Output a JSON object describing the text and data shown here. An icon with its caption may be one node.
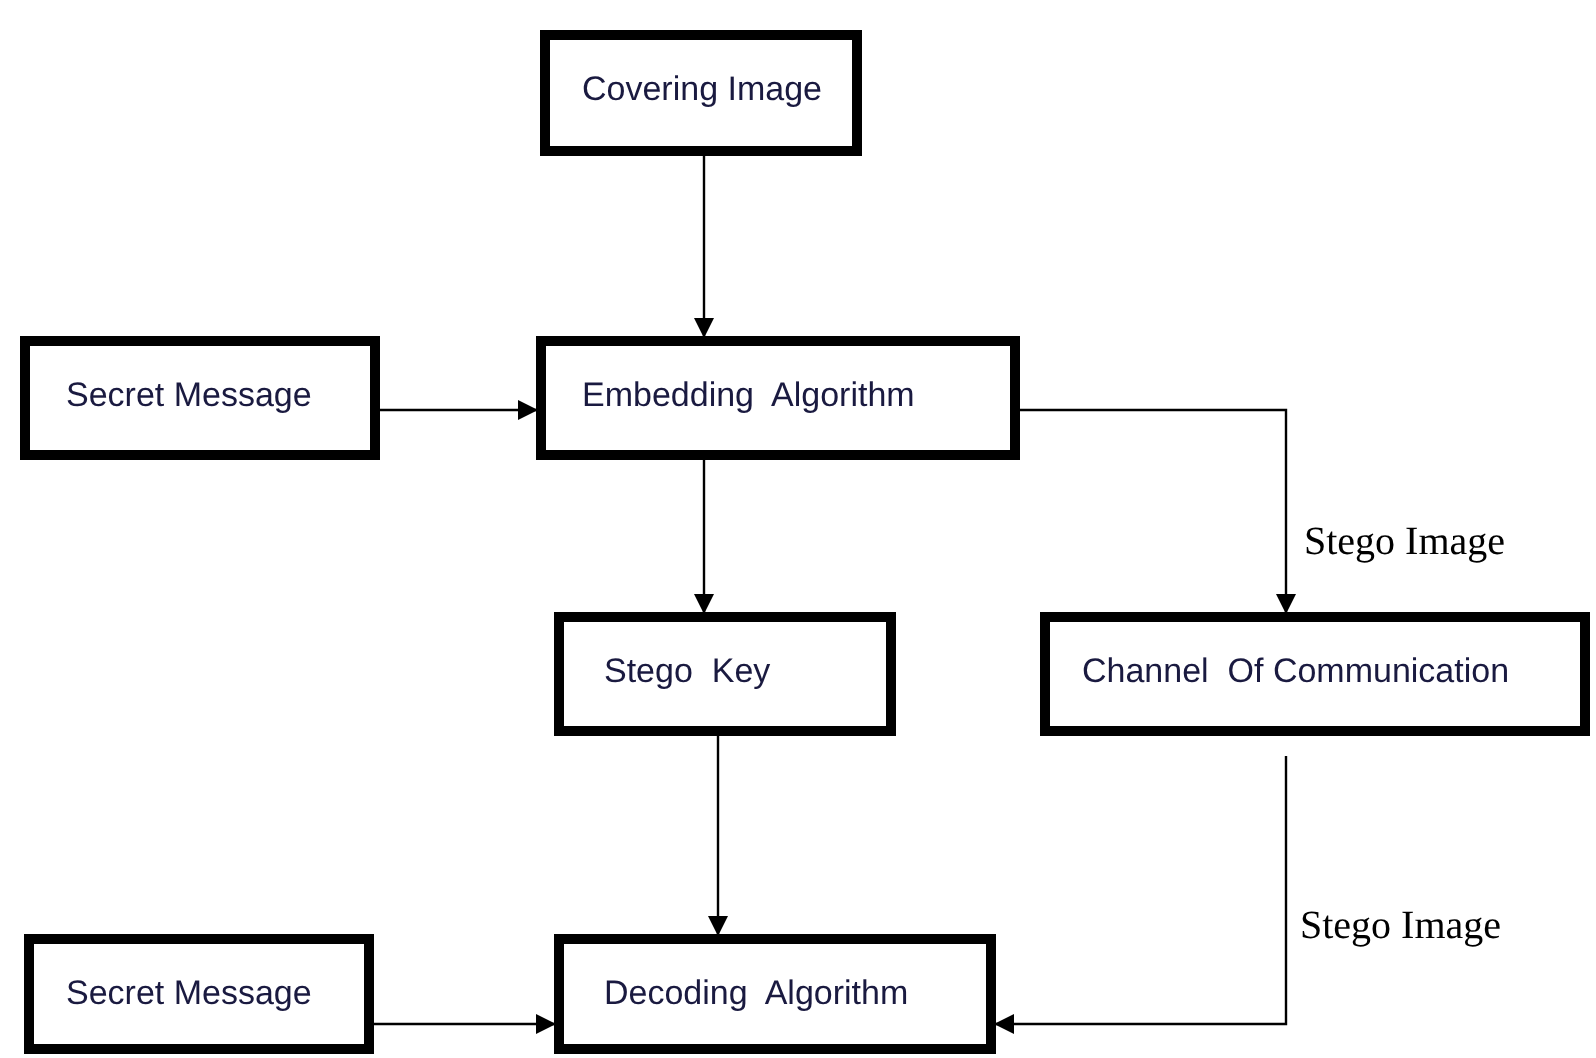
{
  "diagram": {
    "nodes": [
      {
        "text": [
          "Covering Image"
        ]
      },
      {
        "text": [
          "Secret Message"
        ]
      },
      {
        "text": [
          "Embedding  Algorithm"
        ]
      },
      {
        "text": [
          "Stego  Key"
        ]
      },
      {
        "text": [
          "Channel  Of Communication"
        ]
      },
      {
        "text": [
          "Secret Message"
        ]
      },
      {
        "text": [
          "Decoding  Algorithm"
        ]
      }
    ],
    "edges": [
      {
        "from": 0,
        "to": 2,
        "arrow": "to"
      },
      {
        "from": 1,
        "to": 2,
        "arrow": "to"
      },
      {
        "from": 2,
        "to": 4,
        "arrow": "to",
        "label": "Stego Image"
      },
      {
        "from": 2,
        "to": 3,
        "arrow": "to"
      },
      {
        "from": 3,
        "to": 6,
        "arrow": "to"
      },
      {
        "from": 4,
        "to": 6,
        "arrow": "to",
        "label": "Stego Image"
      },
      {
        "from": 5,
        "to": 6,
        "arrow": "to"
      }
    ]
  }
}
